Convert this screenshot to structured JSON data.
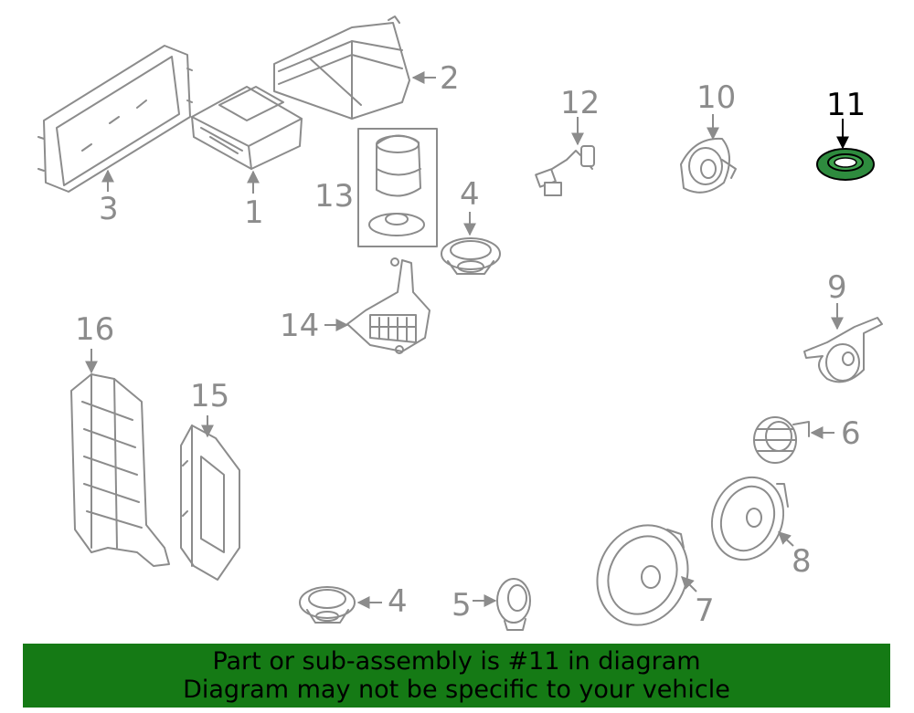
{
  "colors": {
    "line": "#8c8c8c",
    "selected_line": "#000000",
    "selected_part_fill": "#2e8b3e",
    "banner_bg": "#157a15",
    "banner_text": "#000000"
  },
  "selected_part": "11",
  "callouts": {
    "c1": "1",
    "c2": "2",
    "c3": "3",
    "c4a": "4",
    "c4b": "4",
    "c5": "5",
    "c6": "6",
    "c7": "7",
    "c8": "8",
    "c9": "9",
    "c10": "10",
    "c11": "11",
    "c12": "12",
    "c13": "13",
    "c14": "14",
    "c15": "15",
    "c16": "16"
  },
  "banner": {
    "line1": "Part or sub-assembly is #11 in diagram",
    "line2": "Diagram may not be specific to your vehicle"
  }
}
